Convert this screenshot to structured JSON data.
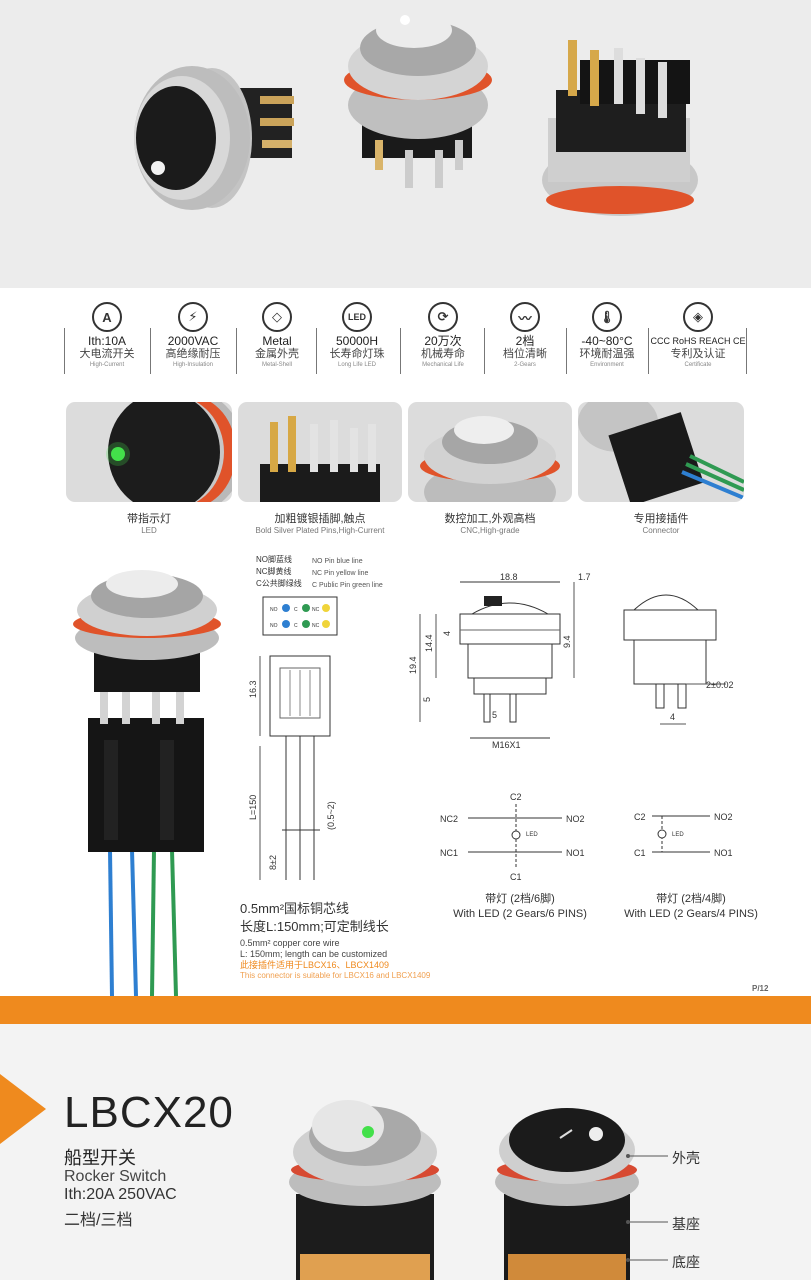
{
  "specs": [
    {
      "icon": "A",
      "value": "Ith:10A",
      "cn": "大电流开关",
      "en": "High-Current"
    },
    {
      "icon": "⚡",
      "value": "2000VAC",
      "cn": "高绝缘耐压",
      "en": "High-Insulation"
    },
    {
      "icon": "◇",
      "value": "Metal",
      "cn": "金属外壳",
      "en": "Metal-Shell"
    },
    {
      "icon": "LED",
      "value": "50000H",
      "cn": "长寿命灯珠",
      "en": "Long Life LED"
    },
    {
      "icon": "⟳",
      "value": "20万次",
      "cn": "机械寿命",
      "en": "Mechanical Life"
    },
    {
      "icon": "〰",
      "value": "2档",
      "cn": "档位清晰",
      "en": "2-Gears"
    },
    {
      "icon": "🌡",
      "value": "-40~80°C",
      "cn": "环境耐温强",
      "en": "Environment"
    },
    {
      "icon": "◈",
      "value": "CCC RoHS REACH CE",
      "cn": "专利及认证",
      "en": "Certificate"
    }
  ],
  "features": [
    {
      "cn": "带指示灯",
      "en": "LED"
    },
    {
      "cn": "加粗镀银插脚,触点",
      "en": "Bold Silver Plated Pins,High-Current"
    },
    {
      "cn": "数控加工,外观高档",
      "en": "CNC,High-grade"
    },
    {
      "cn": "专用接插件",
      "en": "Connector"
    }
  ],
  "wire_legend": [
    {
      "cn": "NO脚蓝线",
      "en": "NO Pin blue line"
    },
    {
      "cn": "NC脚黄线",
      "en": "NC Pin yellow line"
    },
    {
      "cn": "C公共脚绿线",
      "en": "C Public Pin green line"
    }
  ],
  "connector_labels": {
    "no": "NO",
    "c": "C",
    "nc": "NC"
  },
  "dims": {
    "d188": "18.8",
    "d17": "1.7",
    "d194": "19.4",
    "d144": "14.4",
    "d4": "4",
    "d94": "9.4",
    "d5a": "5",
    "d5b": "5",
    "m16": "M16X1",
    "d2": "2±0.02",
    "d4b": "4",
    "d163": "16.3",
    "l150": "L=150",
    "d052": "(0.5~2)",
    "d8": "8±2"
  },
  "circuit": {
    "nc2": "NC2",
    "c2": "C2",
    "no2": "NO2",
    "nc1": "NC1",
    "c1": "C1",
    "no1": "NO1",
    "led": "LED"
  },
  "circuit2": {
    "c2": "C2",
    "no2": "NO2",
    "c1": "C1",
    "no1": "NO1",
    "led": "LED"
  },
  "circuit_caps": [
    {
      "cn": "带灯 (2档/6脚)",
      "en": "With LED  (2 Gears/6 PINS)"
    },
    {
      "cn": "带灯 (2档/4脚)",
      "en": "With LED  (2 Gears/4 PINS)"
    }
  ],
  "wire_text": {
    "l1": "0.5mm²国标铜芯线",
    "l2": "长度L:150mm;可定制线长",
    "l3": "0.5mm² copper core wire",
    "l4": "L: 150mm; length can be customized",
    "l5": "此接插件适用于LBCX16、LBCX1409",
    "l6": "This connector is suitable for LBCX16 and LBCX1409"
  },
  "page_no": "P/12",
  "product": {
    "model": "LBCX20",
    "cn": "船型开关",
    "en": "Rocker Switch",
    "rating": "Ith:20A 250VAC",
    "gears": "二档/三档"
  },
  "parts": [
    "外壳",
    "基座",
    "底座"
  ],
  "colors": {
    "orange": "#ef8a1e",
    "red_ring": "#e0532a",
    "blue_wire": "#2e7fd1",
    "green_wire": "#2f9a52",
    "led_green": "#43e04a"
  }
}
